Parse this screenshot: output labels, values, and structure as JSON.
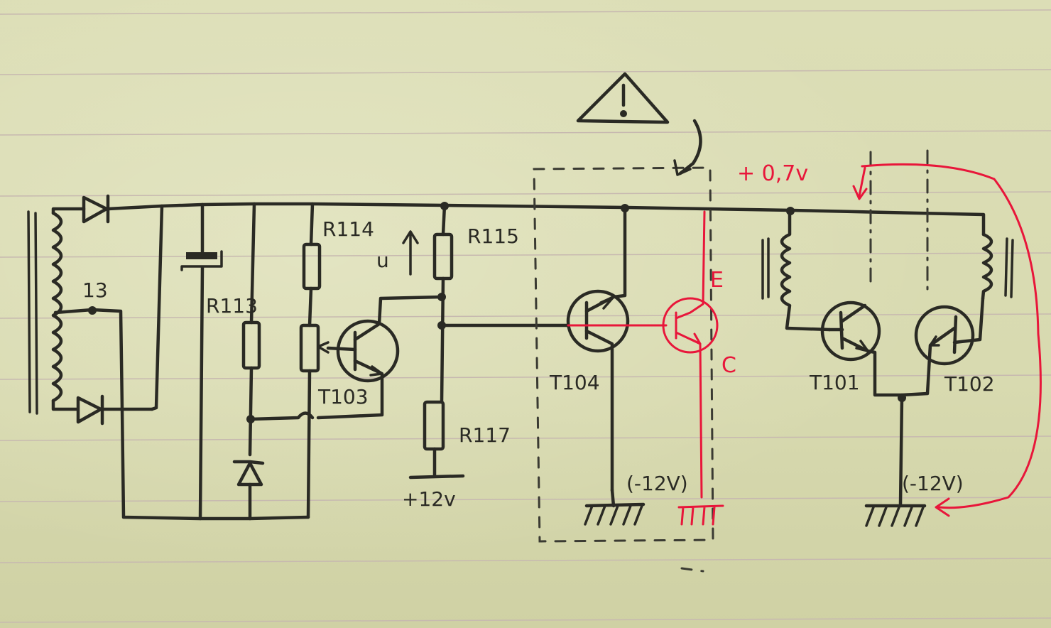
{
  "labels": {
    "tap": "13",
    "r113": "R113",
    "r114": "R114",
    "r115": "R115",
    "r117": "R117",
    "u": "u",
    "t103": "T103",
    "t104": "T104",
    "t101": "T101",
    "t102": "T102",
    "plus12": "+12v",
    "minus12_left": "(-12V)",
    "minus12_right": "(-12V)",
    "warning": "!"
  },
  "annotations": {
    "voltage": "+ 0,7v",
    "emitter": "E",
    "collector": "C"
  },
  "colors": {
    "ink": "#2a2a24",
    "annotation": "#e8163a",
    "paper": "#dadcb2"
  }
}
